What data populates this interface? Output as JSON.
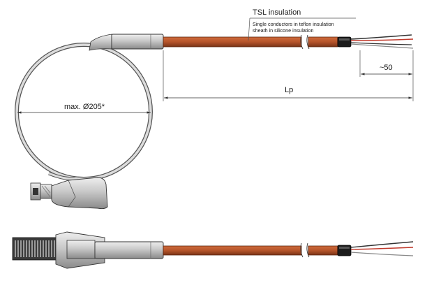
{
  "labels": {
    "insulation_title": "TSL insulation",
    "insulation_desc_line1": "Single conductors in teflon insulation",
    "insulation_desc_line2": "sheath in silicone insulation",
    "clamp_diameter": "max. Ø205*",
    "cable_length": "Lp",
    "wire_strip_length": "~50"
  },
  "colors": {
    "cable": "#b5542a",
    "cable_dark": "#7a3417",
    "metal": "#c8c8c8",
    "metal_dark": "#7d7d7d",
    "sleeve_black": "#1c1c1c",
    "wire_red": "#c0392b",
    "wire_white": "#e8e8e8",
    "line": "#333333"
  }
}
